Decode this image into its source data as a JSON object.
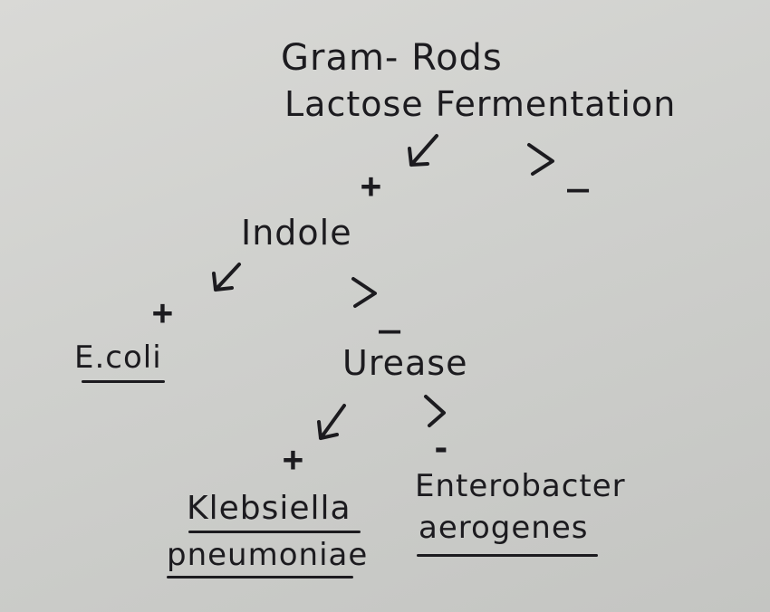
{
  "root": {
    "line1": "Gram- Rods",
    "line2": "Lactose Fermentation"
  },
  "tests": {
    "indole": "Indole",
    "urease": "Urease"
  },
  "signs": {
    "lactose_pos": "+",
    "lactose_neg": "_",
    "indole_pos": "+",
    "indole_neg": "_",
    "urease_pos": "+",
    "urease_neg": "-"
  },
  "results": {
    "ecoli": "E.coli",
    "klebsiella_line1": "Klebsiella",
    "klebsiella_line2": "pneumoniae",
    "enterobacter_line1": "Enterobacter",
    "enterobacter_line2": "aerogenes"
  },
  "colors": {
    "ink": "#1c1b1f",
    "paper": "#d4d5d2"
  }
}
